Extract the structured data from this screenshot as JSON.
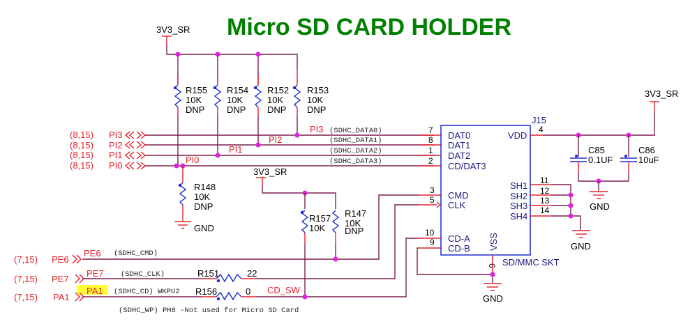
{
  "title": "Micro SD CARD HOLDER",
  "power_net": "3V3_SR",
  "ground_net": "GND",
  "pullups_top": [
    {
      "ref": "R155",
      "value": "10K",
      "note": "DNP"
    },
    {
      "ref": "R154",
      "value": "10K",
      "note": "DNP"
    },
    {
      "ref": "R152",
      "value": "10K",
      "note": "DNP"
    },
    {
      "ref": "R153",
      "value": "10K",
      "note": "DNP"
    }
  ],
  "data_ports": [
    {
      "ref": "(8,15)",
      "port": "PI3",
      "net_label": "PI3",
      "signal": "(SDHC_DATA0)",
      "pin": "7",
      "pin_name": "DAT0"
    },
    {
      "ref": "(8,15)",
      "port": "PI2",
      "net_label": "PI2",
      "signal": "(SDHC_DATA1)",
      "pin": "8",
      "pin_name": "DAT1"
    },
    {
      "ref": "(8,15)",
      "port": "PI1",
      "net_label": "PI1",
      "signal": "(SDHC_DATA2)",
      "pin": "1",
      "pin_name": "DAT2"
    },
    {
      "ref": "(8,15)",
      "port": "PI0",
      "net_label": "PI0",
      "signal": "(SDHC_DATA3)",
      "pin": "2",
      "pin_name": "CD/DAT3"
    }
  ],
  "r148": {
    "ref": "R148",
    "value": "10K",
    "note": "DNP"
  },
  "r157": {
    "ref": "R157",
    "value": "10K"
  },
  "r147": {
    "ref": "R147",
    "value": "10K",
    "note": "DNP"
  },
  "ctrl_ports": [
    {
      "ref": "(7,15)",
      "port": "PE6",
      "net_label": "PE6",
      "signal": "(SDHC_CMD)"
    },
    {
      "ref": "(7,15)",
      "port": "PE7",
      "net_label": "PE7",
      "signal": "(SDHC_CLK)"
    },
    {
      "ref": "(7,15)",
      "port": "PA1",
      "net_label": "PA1",
      "signal": "(SDHC_CD) WKPU2"
    }
  ],
  "r151": {
    "ref": "R151",
    "value": "22"
  },
  "r156": {
    "ref": "R156",
    "value": "0"
  },
  "cd_sw": "CD_SW",
  "note_wp": "(SDHC_WP) PH8 -Not used for Micro SD Card",
  "connector": {
    "ref": "J15",
    "part": "SD/MMC SKT",
    "left_pins": [
      {
        "num": "7",
        "name": "DAT0"
      },
      {
        "num": "8",
        "name": "DAT1"
      },
      {
        "num": "1",
        "name": "DAT2"
      },
      {
        "num": "2",
        "name": "CD/DAT3"
      },
      {
        "num": "3",
        "name": "CMD"
      },
      {
        "num": "5",
        "name": "CLK"
      },
      {
        "num": "10",
        "name": "CD-A"
      },
      {
        "num": "9",
        "name": "CD-B"
      }
    ],
    "right_pins": [
      {
        "num": "4",
        "name": "VDD"
      },
      {
        "num": "11",
        "name": "SH1"
      },
      {
        "num": "12",
        "name": "SH2"
      },
      {
        "num": "13",
        "name": "SH3"
      },
      {
        "num": "14",
        "name": "SH4"
      }
    ],
    "bottom_pin": {
      "num": "6",
      "name": "VSS"
    }
  },
  "caps": [
    {
      "ref": "C85",
      "value": "0.1UF"
    },
    {
      "ref": "C86",
      "value": "10uF"
    }
  ]
}
